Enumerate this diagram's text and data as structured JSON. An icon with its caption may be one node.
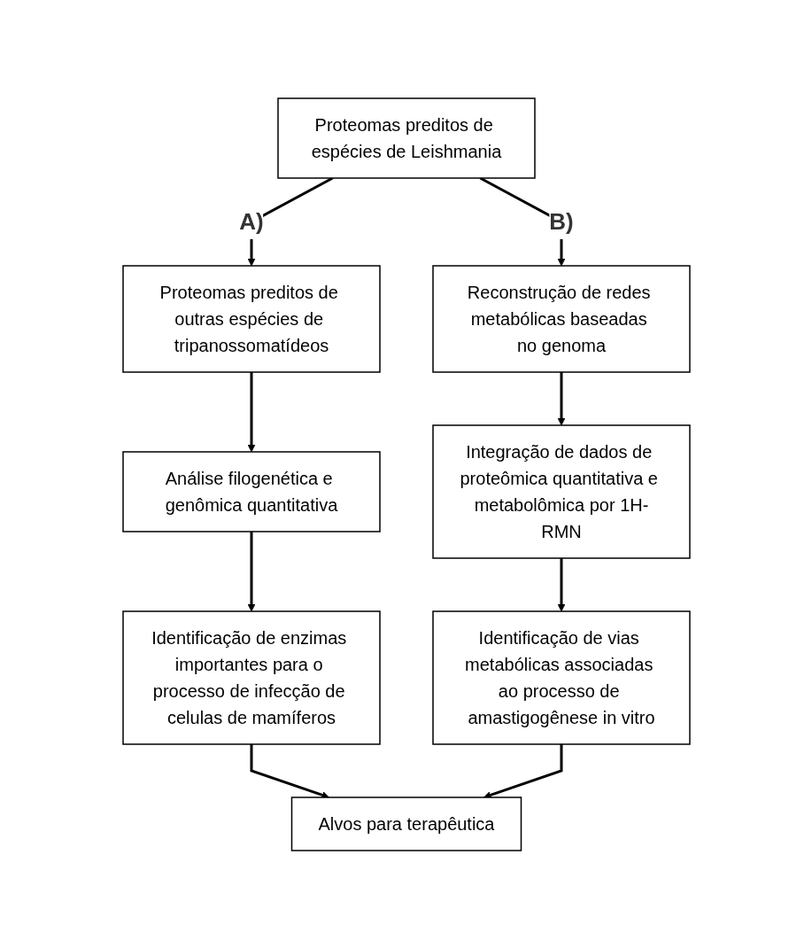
{
  "diagram": {
    "nodes": [
      {
        "text": [
          "Proteomas preditos de espécies de Leishmania"
        ]
      },
      {
        "text": [
          "Proteomas preditos de outras espécies de tripanossomatídeos"
        ]
      },
      {
        "text": [
          "Análise filogenética e genômica quantitativa"
        ]
      },
      {
        "text": [
          "Identificação de enzimas importantes para o processo de infecção de celulas de mamíferos"
        ]
      },
      {
        "text": [
          "Reconstrução de redes metabólicas baseadas no genoma"
        ]
      },
      {
        "text": [
          "Integração de dados de proteômica quantitativa e metabolômica por 1H-RMN"
        ]
      },
      {
        "text": [
          "Identificação de vias metabólicas associadas ao processo de amastigogênese in vitro"
        ]
      },
      {
        "text": [
          "Alvos para terapêutica"
        ]
      }
    ],
    "edges": [
      {
        "from": 0,
        "to": 1,
        "arrow": "to",
        "label": "A)"
      },
      {
        "from": 1,
        "to": 2,
        "arrow": "to"
      },
      {
        "from": 2,
        "to": 3,
        "arrow": "to"
      },
      {
        "from": 0,
        "to": 4,
        "arrow": "to",
        "label": "B)"
      },
      {
        "from": 4,
        "to": 5,
        "arrow": "to"
      },
      {
        "from": 5,
        "to": 6,
        "arrow": "to"
      },
      {
        "from": 3,
        "to": 7,
        "arrow": "to"
      },
      {
        "from": 6,
        "to": 7,
        "arrow": "to"
      }
    ]
  }
}
